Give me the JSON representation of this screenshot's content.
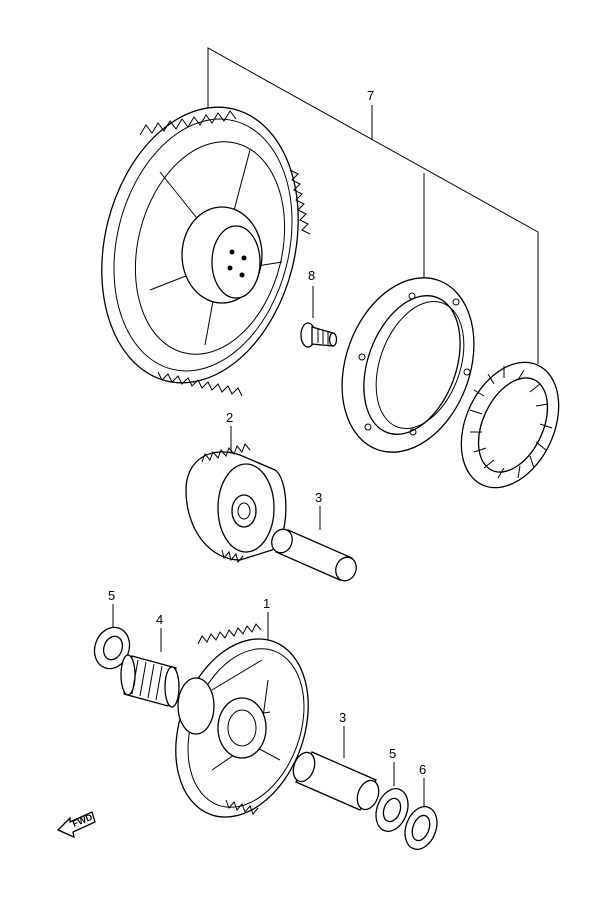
{
  "diagram": {
    "callouts": {
      "p7": "7",
      "p8": "8",
      "p2": "2",
      "p3a": "3",
      "p5a": "5",
      "p4": "4",
      "p1": "1",
      "p3b": "3",
      "p5b": "5",
      "p6": "6"
    },
    "direction_marker": "FWD"
  }
}
